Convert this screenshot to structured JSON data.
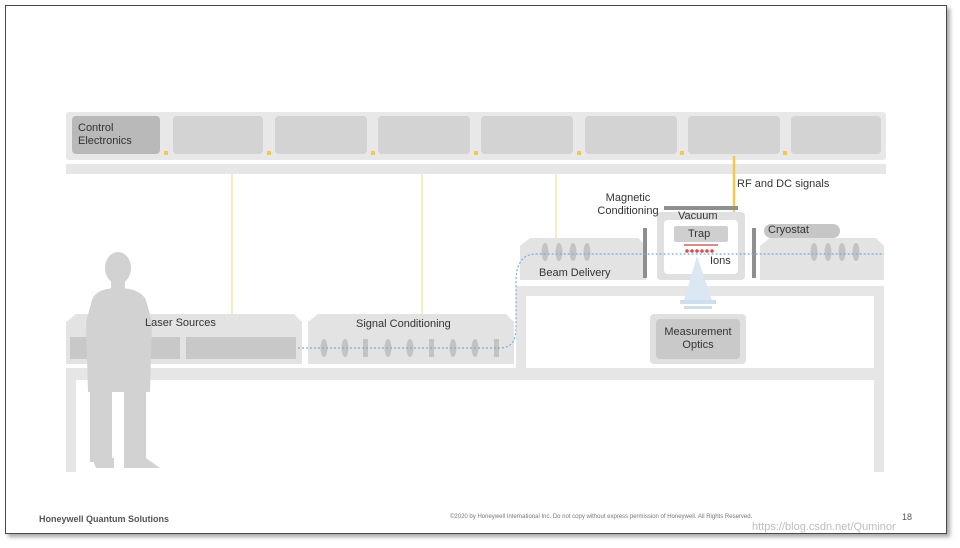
{
  "labels": {
    "control_electronics_line1": "Control",
    "control_electronics_line2": "Electronics",
    "rf_dc_signals": "RF and DC signals",
    "magnetic_line1": "Magnetic",
    "magnetic_line2": "Conditioning",
    "vacuum": "Vacuum",
    "trap": "Trap",
    "ions": "Ions",
    "cryostat": "Cryostat",
    "beam_delivery": "Beam Delivery",
    "laser_sources": "Laser Sources",
    "signal_conditioning": "Signal Conditioning",
    "measurement_line1": "Measurement",
    "measurement_line2": "Optics"
  },
  "footer": {
    "company": "Honeywell Quantum Solutions",
    "copyright": "©2020 by Honeywell International Inc. Do not copy without express permission of Honeywell. All Rights Reserved.",
    "page_number": "18"
  },
  "watermark": "https://blog.csdn.net/Quminor",
  "colors": {
    "panel": "#e6e6e6",
    "module": "#cfcfcf",
    "dark_module": "#b4b4b4",
    "yellow_line": "#f2c94c",
    "beam": "#7aaad8",
    "ion": "#d94a4a"
  },
  "icons": {
    "operator": "person-silhouette-icon",
    "ions": "ion-dot-icon"
  }
}
